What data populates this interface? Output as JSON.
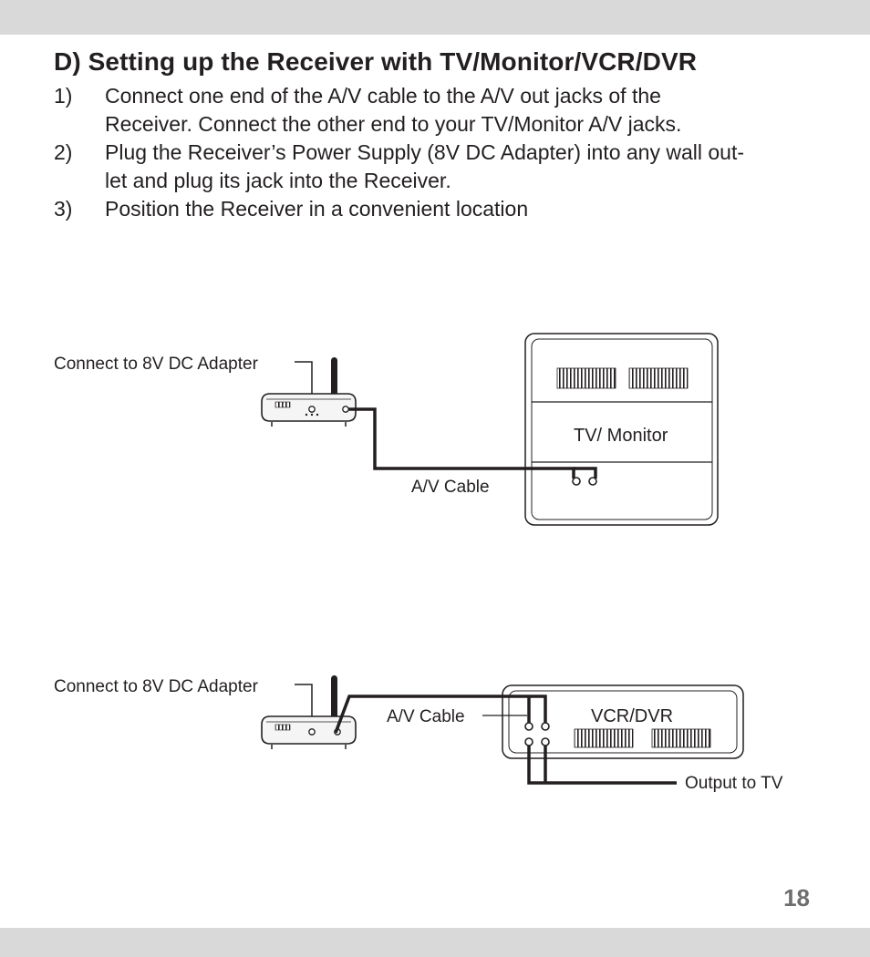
{
  "section": {
    "title": "D) Setting up the Receiver with TV/Monitor/VCR/DVR",
    "steps": [
      {
        "number": "1)",
        "lines": [
          "Connect one end of the A/V cable to the A/V out jacks of the",
          "Receiver. Connect the other end to your TV/Monitor A/V jacks."
        ]
      },
      {
        "number": "2)",
        "lines": [
          "Plug the Receiver’s Power Supply (8V DC Adapter) into any wall out-",
          "let and plug its jack into the Receiver."
        ]
      },
      {
        "number": "3)",
        "lines": [
          "Position the Receiver in a convenient location"
        ]
      }
    ]
  },
  "diagram_tv": {
    "adapter_label": "Connect to 8V DC Adapter",
    "cable_label": "A/V Cable",
    "device_label": "TV/ Monitor"
  },
  "diagram_vcr": {
    "adapter_label": "Connect to 8V DC Adapter",
    "cable_label": "A/V Cable",
    "device_label": "VCR/DVR",
    "output_label": "Output to TV"
  },
  "page_number": "18"
}
